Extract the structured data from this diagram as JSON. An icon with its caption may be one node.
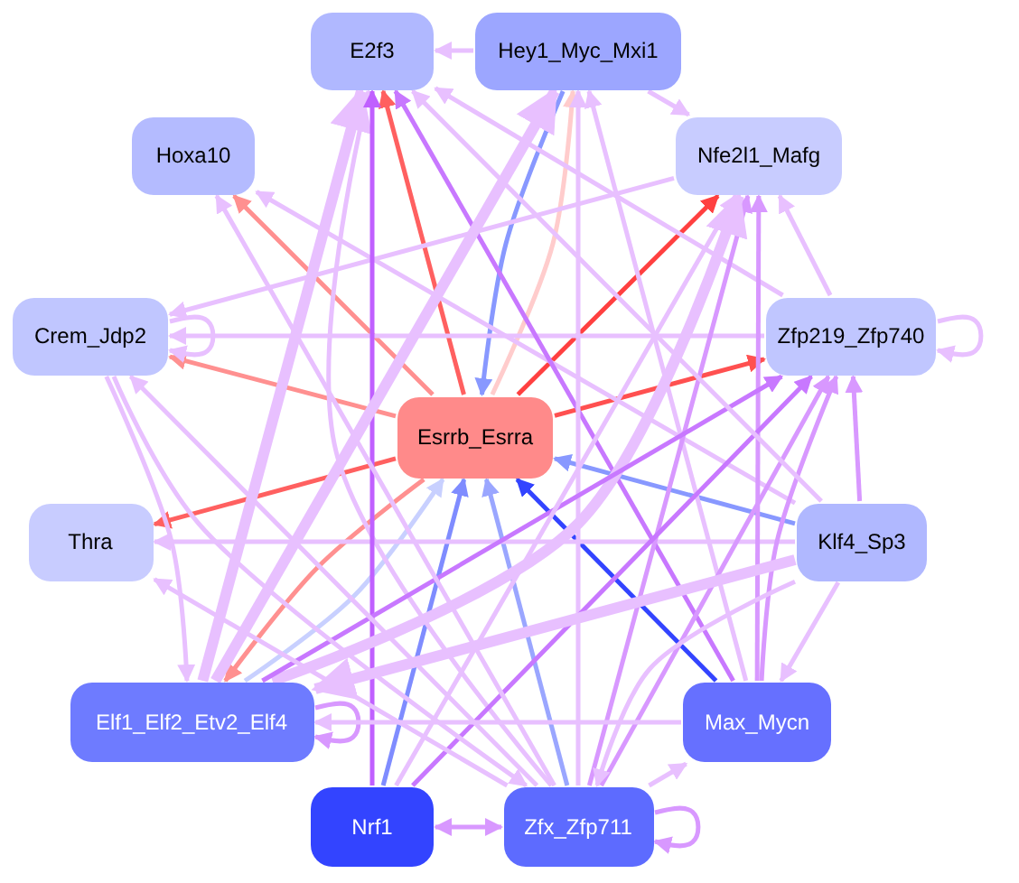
{
  "diagram": {
    "nodes": [
      {
        "text": [
          "E2f3"
        ]
      },
      {
        "text": [
          "Hey1_Myc_Mxi1"
        ]
      },
      {
        "text": [
          "Hoxa10"
        ]
      },
      {
        "text": [
          "Nfe2l1_Mafg"
        ]
      },
      {
        "text": [
          "Crem_Jdp2"
        ]
      },
      {
        "text": [
          "Zfp219_Zfp740"
        ]
      },
      {
        "text": [
          "Esrrb_Esrra"
        ]
      },
      {
        "text": [
          "Thra"
        ]
      },
      {
        "text": [
          "Klf4_Sp3"
        ]
      },
      {
        "text": [
          "Elf1_Elf2_Etv2_Elf4"
        ]
      },
      {
        "text": [
          "Max_Mycn"
        ]
      },
      {
        "text": [
          "Nrf1"
        ]
      },
      {
        "text": [
          "Zfx_Zfp711"
        ]
      }
    ],
    "edges": [
      {
        "from": 6,
        "to": 0,
        "arrow": "to",
        "color": "#ff6060"
      },
      {
        "from": 6,
        "to": 2,
        "arrow": "to",
        "color": "#ff9090"
      },
      {
        "from": 6,
        "to": 4,
        "arrow": "to",
        "color": "#ff9090"
      },
      {
        "from": 6,
        "to": 3,
        "arrow": "to",
        "color": "#ff4040"
      },
      {
        "from": 6,
        "to": 5,
        "arrow": "to",
        "color": "#ff5050"
      },
      {
        "from": 6,
        "to": 7,
        "arrow": "to",
        "color": "#ff6060"
      },
      {
        "from": 6,
        "to": 9,
        "arrow": "to",
        "color": "#ff9090"
      },
      {
        "from": 1,
        "to": 6,
        "arrow": "to",
        "color": "#8898ff"
      },
      {
        "from": 6,
        "to": 1,
        "arrow": "to",
        "color": "#ffcccc"
      },
      {
        "from": 9,
        "to": 6,
        "arrow": "to",
        "color": "#c8d0ff"
      },
      {
        "from": 11,
        "to": 6,
        "arrow": "to",
        "color": "#7f8cff"
      },
      {
        "from": 12,
        "to": 6,
        "arrow": "to",
        "color": "#9aa6ff"
      },
      {
        "from": 10,
        "to": 6,
        "arrow": "to",
        "color": "#3344ff"
      },
      {
        "from": 8,
        "to": 6,
        "arrow": "to",
        "color": "#8898ff"
      },
      {
        "from": 1,
        "to": 0,
        "arrow": "to"
      },
      {
        "from": 1,
        "to": 3,
        "arrow": "to"
      },
      {
        "from": 4,
        "to": 4,
        "arrow": "to"
      },
      {
        "from": 5,
        "to": 5,
        "arrow": "to"
      },
      {
        "from": 9,
        "to": 9,
        "arrow": "to",
        "color": "#d898ff"
      },
      {
        "from": 12,
        "to": 12,
        "arrow": "to",
        "color": "#d898ff"
      },
      {
        "from": 11,
        "to": 12,
        "arrow": "both",
        "color": "#d898ff"
      },
      {
        "from": 12,
        "to": 10,
        "arrow": "to"
      },
      {
        "from": 8,
        "to": 10,
        "arrow": "to"
      },
      {
        "from": 8,
        "to": 7,
        "arrow": "to"
      },
      {
        "from": 5,
        "to": 4,
        "arrow": "to"
      },
      {
        "from": 3,
        "to": 4,
        "arrow": "to"
      },
      {
        "from": 8,
        "to": 5,
        "arrow": "to",
        "color": "#d898ff"
      },
      {
        "from": 5,
        "to": 3,
        "arrow": "to"
      },
      {
        "from": 8,
        "to": 2,
        "arrow": "to"
      },
      {
        "from": 5,
        "to": 0,
        "arrow": "to"
      },
      {
        "from": 9,
        "to": 0,
        "arrow": "to",
        "style": "thick"
      },
      {
        "from": 12,
        "to": 0,
        "arrow": "to"
      },
      {
        "from": 11,
        "to": 0,
        "arrow": "to",
        "color": "#c060ff"
      },
      {
        "from": 10,
        "to": 0,
        "arrow": "to",
        "color": "#c878ff"
      },
      {
        "from": 12,
        "to": 1,
        "arrow": "to"
      },
      {
        "from": 9,
        "to": 1,
        "arrow": "to",
        "style": "thick"
      },
      {
        "from": 10,
        "to": 1,
        "arrow": "to"
      },
      {
        "from": 12,
        "to": 3,
        "arrow": "to",
        "color": "#d898ff"
      },
      {
        "from": 10,
        "to": 3,
        "arrow": "to",
        "color": "#d898ff"
      },
      {
        "from": 9,
        "to": 3,
        "arrow": "to",
        "style": "thick"
      },
      {
        "from": 11,
        "to": 5,
        "arrow": "to",
        "color": "#c878ff"
      },
      {
        "from": 9,
        "to": 5,
        "arrow": "to",
        "color": "#c878ff"
      },
      {
        "from": 10,
        "to": 5,
        "arrow": "to",
        "color": "#d898ff"
      },
      {
        "from": 12,
        "to": 5,
        "arrow": "to",
        "color": "#d898ff"
      },
      {
        "from": 8,
        "to": 9,
        "arrow": "to",
        "style": "thick"
      },
      {
        "from": 10,
        "to": 9,
        "arrow": "to"
      },
      {
        "from": 12,
        "to": 7,
        "arrow": "to"
      },
      {
        "from": 12,
        "to": 4,
        "arrow": "to"
      },
      {
        "from": 12,
        "to": 2,
        "arrow": "to"
      },
      {
        "from": 4,
        "to": 12,
        "arrow": "to"
      },
      {
        "from": 4,
        "to": 9,
        "arrow": "to"
      },
      {
        "from": 8,
        "to": 12,
        "arrow": "to"
      },
      {
        "from": 11,
        "to": 3,
        "arrow": "to"
      },
      {
        "from": 8,
        "to": 0,
        "arrow": "to"
      }
    ]
  }
}
